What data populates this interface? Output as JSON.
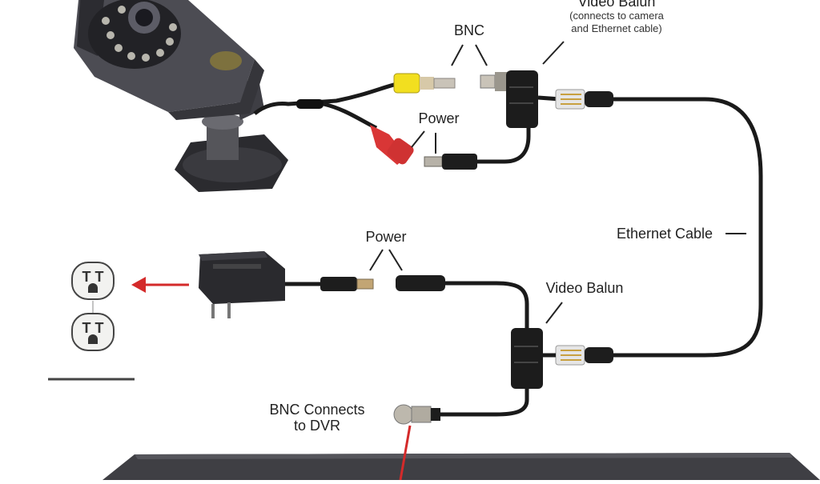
{
  "labels": {
    "video_balun_top": "Video Balun",
    "video_balun_top_note_1": "(connects to camera",
    "video_balun_top_note_2": "and Ethernet cable)",
    "bnc": "BNC",
    "power_top": "Power",
    "ethernet_cable": "Ethernet Cable",
    "power_mid": "Power",
    "video_balun_mid": "Video Balun",
    "bnc_dvr_1": "BNC Connects",
    "bnc_dvr_2": "to DVR"
  },
  "colors": {
    "cable": "#1a1a1a",
    "yellow_plug": "#f2df1f",
    "red_plug": "#d93636",
    "arrow": "#d42a2a",
    "camera_body": "#4a4a50",
    "dvr_body": "#3f3f44"
  },
  "icons": [
    "camera-icon",
    "outlet-icon",
    "power-adapter-icon",
    "dvr-icon",
    "balun-icon",
    "rj45-icon",
    "bnc-icon"
  ]
}
